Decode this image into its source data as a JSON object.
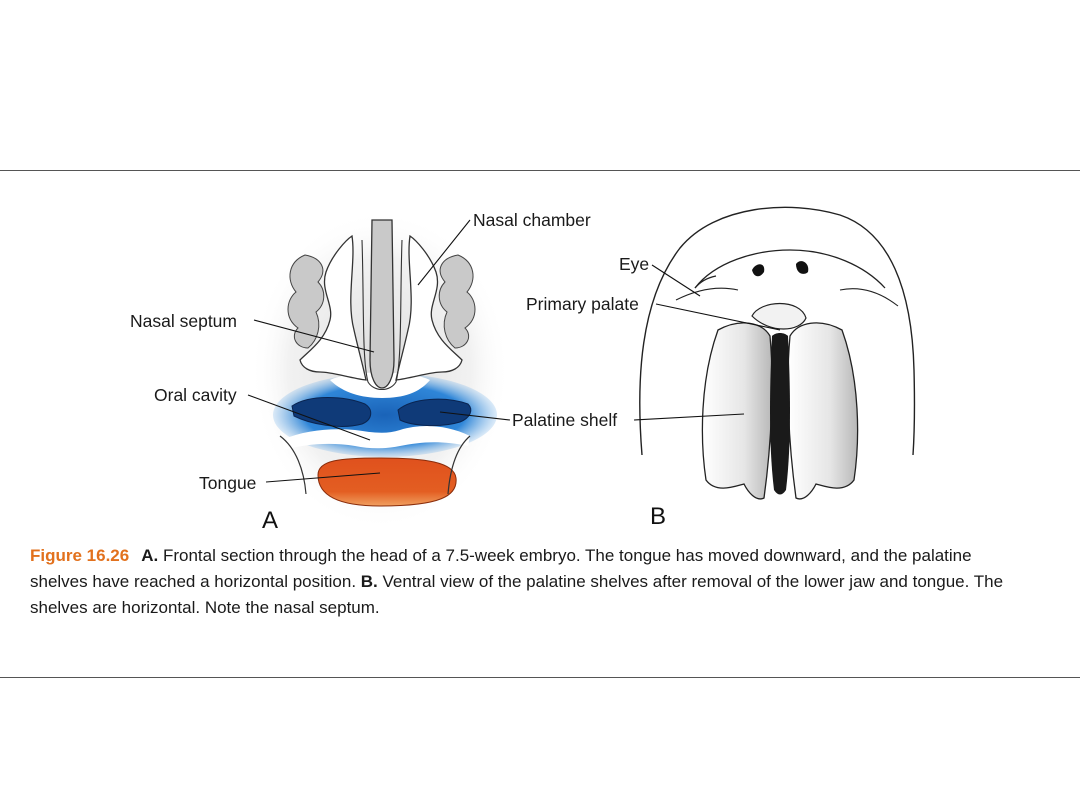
{
  "labels": {
    "nasal_chamber": "Nasal chamber",
    "nasal_septum": "Nasal septum",
    "oral_cavity": "Oral cavity",
    "tongue": "Tongue",
    "eye": "Eye",
    "primary_palate": "Primary palate",
    "palatine_shelf": "Palatine shelf",
    "panel_a": "A",
    "panel_b": "B"
  },
  "caption": {
    "figure_number": "Figure 16.26",
    "a_label": "A.",
    "a_text": " Frontal section through the head of a 7.5-week embryo. The tongue has moved downward, and the palatine shelves have reached a horizontal position. ",
    "b_label": "B.",
    "b_text": " Ventral view of the palatine shelves after removal of the lower jaw and tongue. The shelves are horizontal. Note the nasal septum."
  },
  "colors": {
    "oral_cavity_blue": "#1f6fc0",
    "tongue_orange": "#e0511d",
    "figure_number_orange": "#e2711d"
  }
}
